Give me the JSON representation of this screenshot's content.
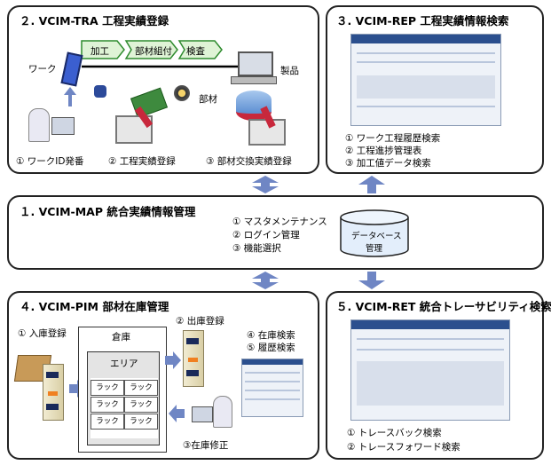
{
  "panel2": {
    "title": "２. VCIM-TRA 工程実績登録",
    "steps": [
      "加工",
      "部材組付",
      "検査"
    ],
    "work_label": "ワーク",
    "product_label": "製品",
    "part_label": "部材",
    "captions": [
      "① ワークID発番",
      "② 工程実績登録",
      "③ 部材交換実績登録"
    ]
  },
  "panel3": {
    "title": "３. VCIM-REP 工程実績情報検索",
    "items": [
      "① ワーク工程履歴検索",
      "② 工程進捗管理表",
      "③ 加工値データ検索"
    ]
  },
  "panel1": {
    "title": "１. VCIM-MAP 統合実績情報管理",
    "items": [
      "① マスタメンテナンス",
      "② ログイン管理",
      "③ 機能選択"
    ],
    "db_line1": "データベース",
    "db_line2": "管理"
  },
  "panel4": {
    "title": "４. VCIM-PIM 部材在庫管理",
    "in_label": "① 入庫登録",
    "warehouse_label": "倉庫",
    "area_label": "エリア",
    "rack_label": "ラック",
    "out_label": "② 出庫登録",
    "search_items": [
      "④ 在庫検索",
      "⑤ 履歴検索"
    ],
    "fix_label": "③在庫修正"
  },
  "panel5": {
    "title": "５. VCIM-RET 統合トレーサビリティ検索",
    "items": [
      "① トレースバック検索",
      "② トレースフォワード検索"
    ]
  },
  "colors": {
    "arrow_blue": "#6f86c4",
    "step_green": "#2e8b2e",
    "border": "#222222"
  }
}
